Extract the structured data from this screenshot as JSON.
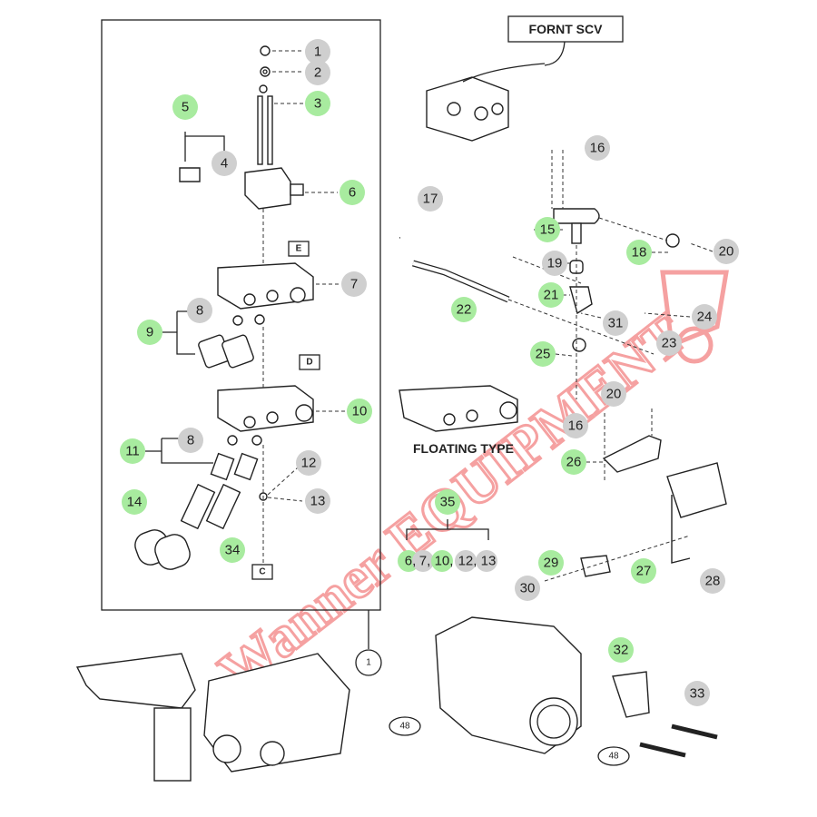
{
  "diagram": {
    "title_box": "FORNT SCV",
    "floating_label": "FLOATING TYPE",
    "box_labels": {
      "e": "E",
      "d": "D",
      "c": "C"
    },
    "group_35_members": [
      "6,",
      "7,",
      "10,",
      "12,",
      "13"
    ],
    "assembly_ref": "1",
    "ref_48a": "48",
    "ref_48b": "48",
    "watermark": "Wanner Equipment",
    "colors": {
      "green": "#a8eb9f",
      "gray": "#cfcfcf",
      "watermark": "#f08080"
    },
    "callouts": [
      {
        "label": "1",
        "color": "gray"
      },
      {
        "label": "2",
        "color": "gray"
      },
      {
        "label": "3",
        "color": "green"
      },
      {
        "label": "5",
        "color": "green"
      },
      {
        "label": "4",
        "color": "gray"
      },
      {
        "label": "6",
        "color": "green"
      },
      {
        "label": "7",
        "color": "gray"
      },
      {
        "label": "8",
        "color": "gray"
      },
      {
        "label": "9",
        "color": "green"
      },
      {
        "label": "10",
        "color": "green"
      },
      {
        "label": "8",
        "color": "gray"
      },
      {
        "label": "11",
        "color": "green"
      },
      {
        "label": "12",
        "color": "gray"
      },
      {
        "label": "13",
        "color": "gray"
      },
      {
        "label": "14",
        "color": "green"
      },
      {
        "label": "34",
        "color": "green"
      },
      {
        "label": "16",
        "color": "gray"
      },
      {
        "label": "17",
        "color": "gray"
      },
      {
        "label": "15",
        "color": "green"
      },
      {
        "label": "18",
        "color": "green"
      },
      {
        "label": "20",
        "color": "gray"
      },
      {
        "label": "19",
        "color": "gray"
      },
      {
        "label": "21",
        "color": "green"
      },
      {
        "label": "22",
        "color": "green"
      },
      {
        "label": "31",
        "color": "gray"
      },
      {
        "label": "24",
        "color": "gray"
      },
      {
        "label": "23",
        "color": "gray"
      },
      {
        "label": "25",
        "color": "green"
      },
      {
        "label": "20",
        "color": "gray"
      },
      {
        "label": "16",
        "color": "gray"
      },
      {
        "label": "26",
        "color": "green"
      },
      {
        "label": "35",
        "color": "green"
      },
      {
        "label": "29",
        "color": "green"
      },
      {
        "label": "27",
        "color": "green"
      },
      {
        "label": "28",
        "color": "gray"
      },
      {
        "label": "30",
        "color": "gray"
      },
      {
        "label": "32",
        "color": "green"
      },
      {
        "label": "33",
        "color": "gray"
      }
    ]
  }
}
